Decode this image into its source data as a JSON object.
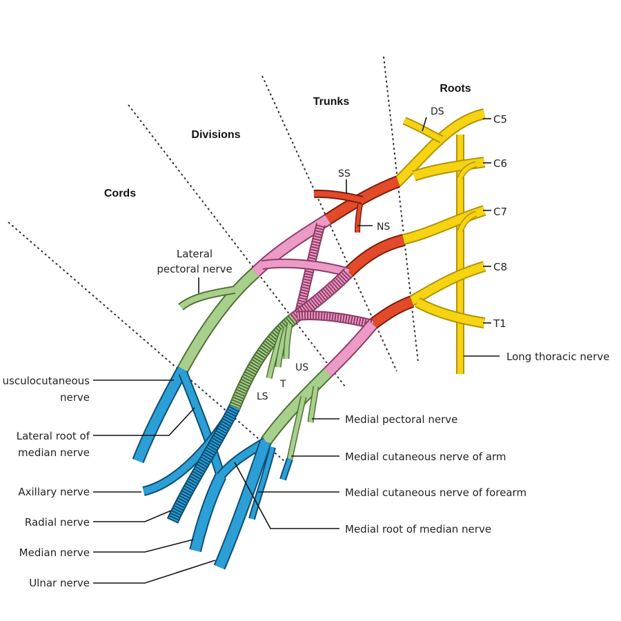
{
  "regions": {
    "roots": "Roots",
    "trunks": "Trunks",
    "divisions": "Divisions",
    "cords": "Cords"
  },
  "root_labels": [
    "C5",
    "C6",
    "C7",
    "C8",
    "T1"
  ],
  "branch_labels": {
    "ds": "DS",
    "ss": "SS",
    "ns": "NS",
    "us": "US",
    "t": "T",
    "ls": "LS"
  },
  "left_labels": {
    "lateral_pectoral_1": "Lateral",
    "lateral_pectoral_2": "pectoral nerve",
    "musculocutaneous_1": "usculocutaneous",
    "musculocutaneous_2": "nerve",
    "lateral_root_1": "Lateral root of",
    "lateral_root_2": "median nerve",
    "axillary": "Axillary nerve",
    "radial": "Radial nerve",
    "median": "Median nerve",
    "ulnar": "Ulnar nerve"
  },
  "right_labels": {
    "long_thoracic": "Long thoracic nerve",
    "medial_pectoral": "Medial pectoral nerve",
    "medial_cut_arm": "Medial cutaneous nerve of arm",
    "medial_cut_forearm": "Medial cutaneous nerve of forearm",
    "medial_root_median": "Medial root of median nerve"
  },
  "colors": {
    "roots": "#f6d313",
    "trunks": "#e24a2a",
    "divisions": "#ec9bc6",
    "cords": "#a8d08c",
    "terminal_branches": "#2b9fd6"
  }
}
